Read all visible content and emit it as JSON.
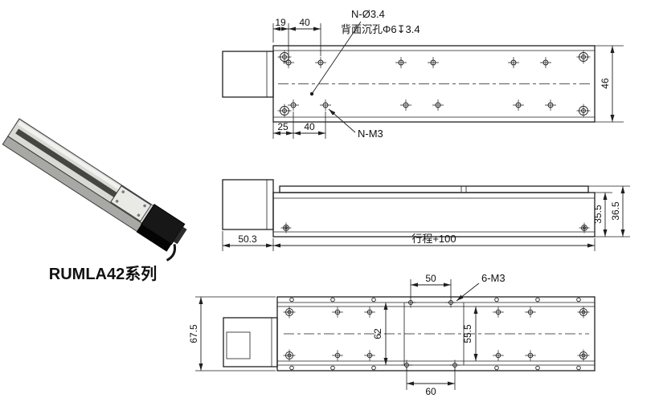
{
  "product": {
    "series": "RUMLA42系列"
  },
  "views": {
    "top": {
      "dim_a": "19",
      "dim_b": "40",
      "hole_label": "N-Ø3.4",
      "counterbore_label": "背面沉孔Φ6↧3.4",
      "dim_height": "46",
      "dim_c": "25",
      "dim_d": "40",
      "tap_label": "N-M3"
    },
    "side": {
      "dim_motor": "50.3",
      "dim_stroke": "行程+100",
      "dim_h1": "35.5",
      "dim_h2": "36.5"
    },
    "front": {
      "dim_top": "50",
      "tap_label": "6-M3",
      "dim_total": "67.5",
      "dim_inner": "62",
      "dim_table": "55.5",
      "dim_bottom": "60"
    }
  },
  "colors": {
    "line": "#1f1f1f",
    "rail": "#d9d9d6",
    "motor": "#171717",
    "background": "#ffffff"
  }
}
